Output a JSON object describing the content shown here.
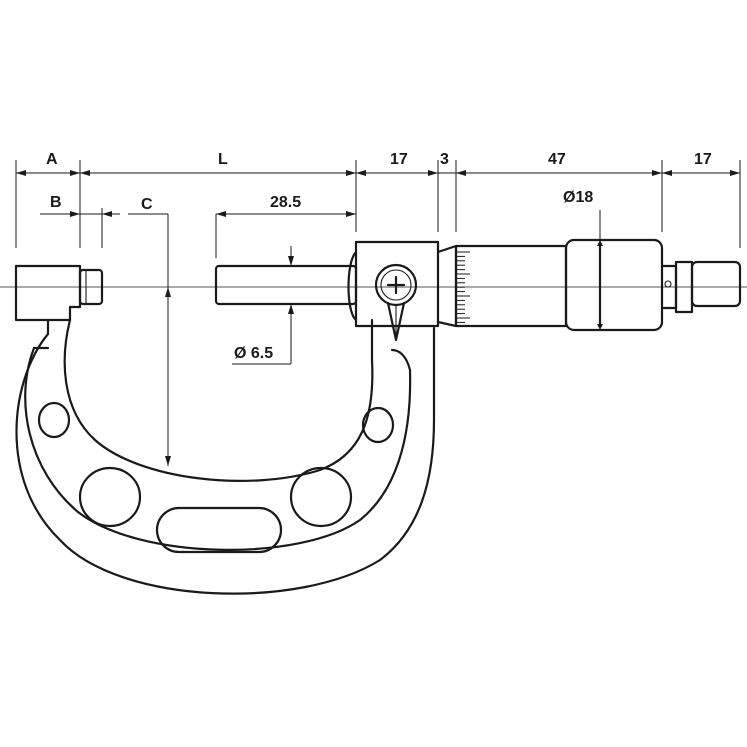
{
  "drawing": {
    "labels": {
      "A": "A",
      "L": "L",
      "d17_left": "17",
      "d3": "3",
      "d47": "47",
      "d17_right": "17",
      "B": "B",
      "C": "C",
      "d28_5": "28.5",
      "dia18": "Ø18",
      "dia6_5": "Ø 6.5"
    }
  }
}
